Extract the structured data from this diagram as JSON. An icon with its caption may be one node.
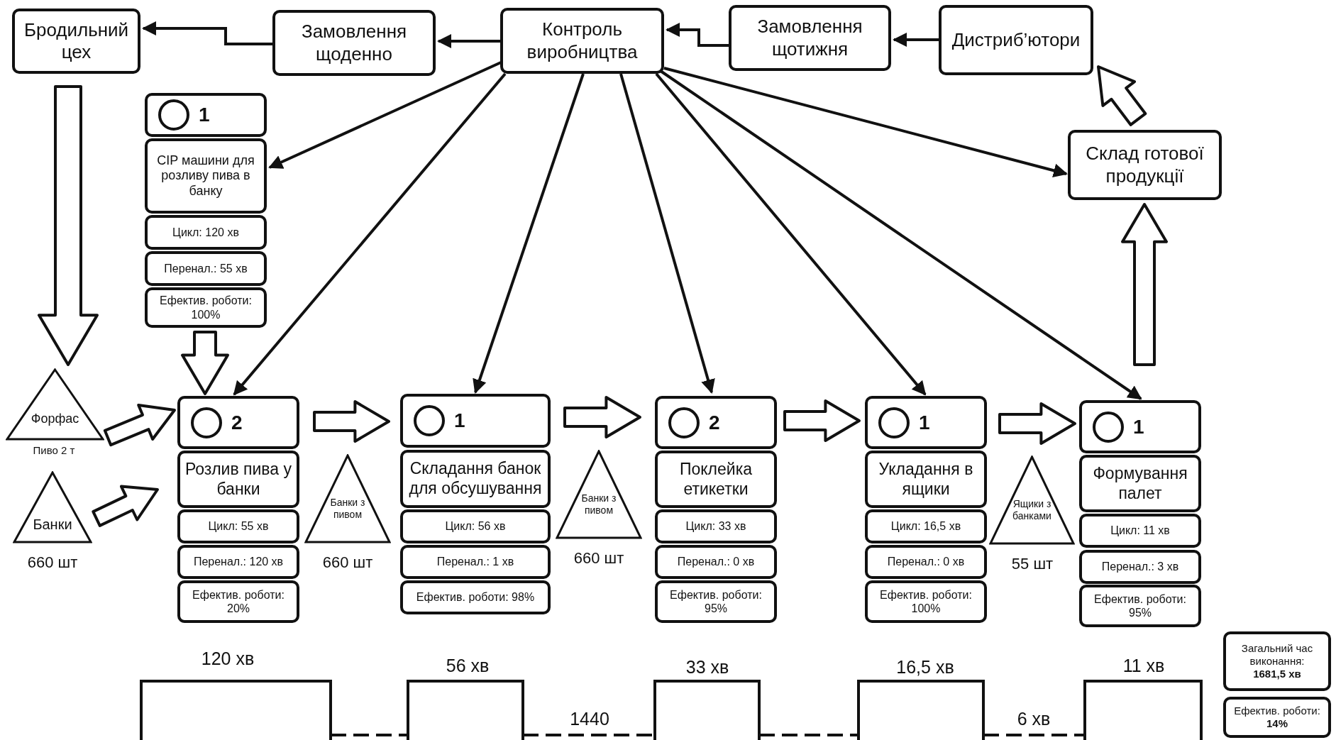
{
  "diagram": {
    "nodes": [
      {
        "text": [
          "Бродильний цех"
        ]
      },
      {
        "text": [
          "Замовлення щоденно"
        ]
      },
      {
        "text": [
          "Контроль виробництва"
        ]
      },
      {
        "text": [
          "Замовлення щотижня"
        ]
      },
      {
        "text": [
          "Дистриб’ютори"
        ]
      },
      {
        "text": [
          "1"
        ]
      },
      {
        "text": [
          "CIP машини для розливу пива в банку"
        ]
      },
      {
        "text": [
          "Цикл: 120 хв"
        ]
      },
      {
        "text": [
          "Перенал.: 55 хв"
        ]
      },
      {
        "text": [
          "Ефектив. роботи: 100%"
        ]
      },
      {
        "text": [
          "Склад готової продукції"
        ]
      },
      {
        "text": [
          "Форфас"
        ],
        "beside": [
          "Пиво 2 т"
        ]
      },
      {
        "text": [
          "Банки"
        ],
        "beside": [
          "660 шт"
        ]
      },
      {
        "text": [
          "2"
        ]
      },
      {
        "text": [
          "Розлив пива у банки"
        ]
      },
      {
        "text": [
          "Цикл: 55 хв"
        ]
      },
      {
        "text": [
          "Перенал.: 120 хв"
        ]
      },
      {
        "text": [
          "Ефектив. роботи: 20%"
        ]
      },
      {
        "text": [
          "Банки з пивом"
        ],
        "beside": [
          "660 шт"
        ]
      },
      {
        "text": [
          "1"
        ]
      },
      {
        "text": [
          "Складання банок для обсушування"
        ]
      },
      {
        "text": [
          "Цикл: 56 хв"
        ]
      },
      {
        "text": [
          "Перенал.: 1 хв"
        ]
      },
      {
        "text": [
          "Ефектив. роботи: 98%"
        ]
      },
      {
        "text": [
          "Банки з пивом"
        ],
        "beside": [
          "660 шт"
        ]
      },
      {
        "text": [
          "2"
        ]
      },
      {
        "text": [
          "Поклейка етикетки"
        ]
      },
      {
        "text": [
          "Цикл: 33 хв"
        ]
      },
      {
        "text": [
          "Перенал.: 0 хв"
        ]
      },
      {
        "text": [
          "Ефектив. роботи: 95%"
        ]
      },
      {
        "text": [
          "1"
        ]
      },
      {
        "text": [
          "Укладання в ящики"
        ]
      },
      {
        "text": [
          "Цикл: 16,5 хв"
        ]
      },
      {
        "text": [
          "Перенал.: 0 хв"
        ]
      },
      {
        "text": [
          "Ефектив. роботи: 100%"
        ]
      },
      {
        "text": [
          "Ящики з банками"
        ],
        "beside": [
          "55 шт"
        ]
      },
      {
        "text": [
          "1"
        ]
      },
      {
        "text": [
          "Формування палет"
        ]
      },
      {
        "text": [
          "Цикл: 11 хв"
        ]
      },
      {
        "text": [
          "Перенал.: 3 хв"
        ]
      },
      {
        "text": [
          "Ефектив. роботи: 95%"
        ]
      },
      {
        "text": [
          "Загальний час виконання:",
          "1681,5 хв"
        ]
      },
      {
        "text": [
          "Ефектив. роботи:",
          "14%"
        ]
      }
    ],
    "edges": [
      {
        "from": 4,
        "to": 3,
        "arrow": "to"
      },
      {
        "from": 3,
        "to": 2,
        "arrow": "to"
      },
      {
        "from": 2,
        "to": 1,
        "arrow": "to"
      },
      {
        "from": 1,
        "to": 0,
        "arrow": "to"
      },
      {
        "from": 2,
        "to": 6,
        "arrow": "to"
      },
      {
        "from": 2,
        "to": 13,
        "arrow": "to"
      },
      {
        "from": 2,
        "to": 19,
        "arrow": "to"
      },
      {
        "from": 2,
        "to": 25,
        "arrow": "to"
      },
      {
        "from": 2,
        "to": 30,
        "arrow": "to"
      },
      {
        "from": 2,
        "to": 36,
        "arrow": "to"
      },
      {
        "from": 2,
        "to": 10,
        "arrow": "to"
      },
      {
        "from": 0,
        "to": 11,
        "arrow": "to",
        "style": "thick"
      },
      {
        "from": 11,
        "to": 13,
        "arrow": "to",
        "style": "thick"
      },
      {
        "from": 12,
        "to": 13,
        "arrow": "to",
        "style": "thick"
      },
      {
        "from": 9,
        "to": 13,
        "arrow": "to",
        "style": "thick"
      },
      {
        "from": 13,
        "to": 19,
        "arrow": "to",
        "style": "thick"
      },
      {
        "from": 19,
        "to": 25,
        "arrow": "to",
        "style": "thick"
      },
      {
        "from": 25,
        "to": 30,
        "arrow": "to",
        "style": "thick"
      },
      {
        "from": 30,
        "to": 36,
        "arrow": "to",
        "style": "thick"
      },
      {
        "from": 36,
        "to": 10,
        "arrow": "to",
        "style": "thick"
      },
      {
        "from": 10,
        "to": 4,
        "arrow": "to",
        "style": "thick"
      }
    ],
    "labels": [
      "120 хв",
      "56 хв",
      "33 хв",
      "16,5 хв",
      "11 хв",
      "1440",
      "6 хв"
    ]
  }
}
